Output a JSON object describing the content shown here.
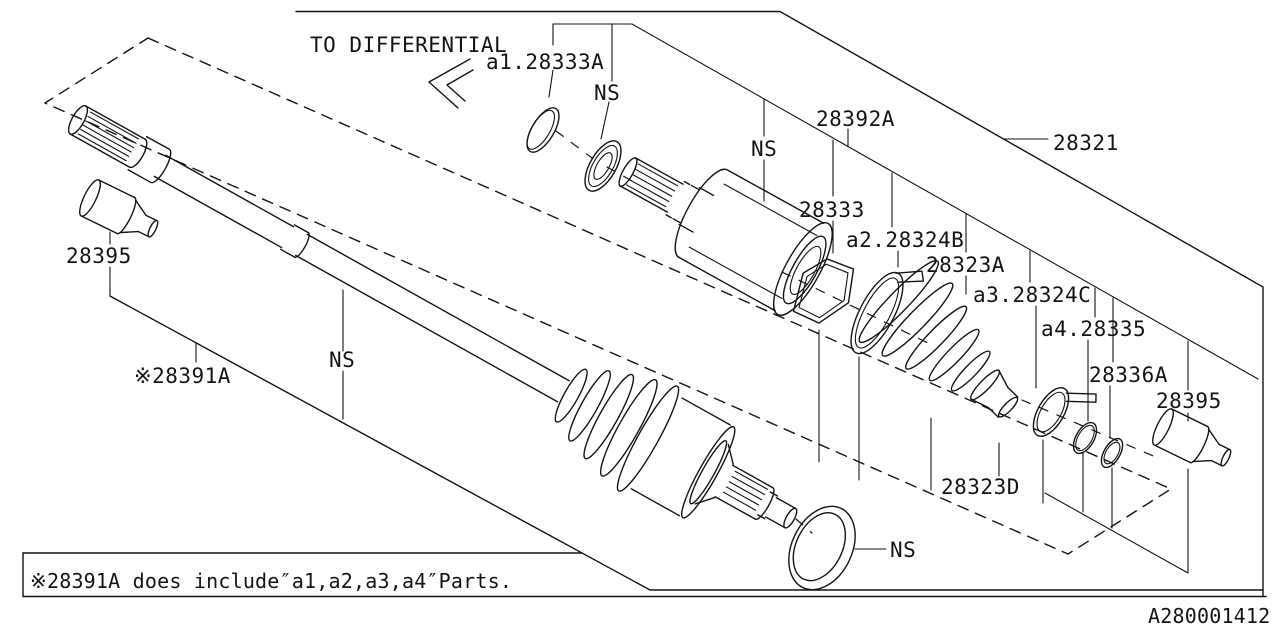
{
  "diagram": {
    "note": "TO DIFFERENTIAL",
    "footnote": "※28391A does include″a1,a2,a3,a4″Parts.",
    "id_stamp": "A280001412",
    "colors": {
      "line": "#141414",
      "background": "#ffffff"
    },
    "labels": [
      {
        "id": "to-differential",
        "text": "TO DIFFERENTIAL"
      },
      {
        "id": "a1-28333A",
        "text": "a1.28333A"
      },
      {
        "id": "ns-top",
        "text": "NS"
      },
      {
        "id": "28392A",
        "text": "28392A"
      },
      {
        "id": "28321",
        "text": "28321"
      },
      {
        "id": "28333",
        "text": "28333"
      },
      {
        "id": "a2-28324B",
        "text": "a2.28324B"
      },
      {
        "id": "28323A",
        "text": "28323A"
      },
      {
        "id": "a3-28324C",
        "text": "a3.28324C"
      },
      {
        "id": "a4-28335",
        "text": "a4.28335"
      },
      {
        "id": "28336A",
        "text": "28336A"
      },
      {
        "id": "28395-right",
        "text": "28395"
      },
      {
        "id": "28395-left",
        "text": "28395"
      },
      {
        "id": "ns-shaft",
        "text": "NS"
      },
      {
        "id": "28391A",
        "text": "※28391A"
      },
      {
        "id": "28323D",
        "text": "28323D"
      },
      {
        "id": "ns-ring",
        "text": "NS"
      }
    ]
  }
}
